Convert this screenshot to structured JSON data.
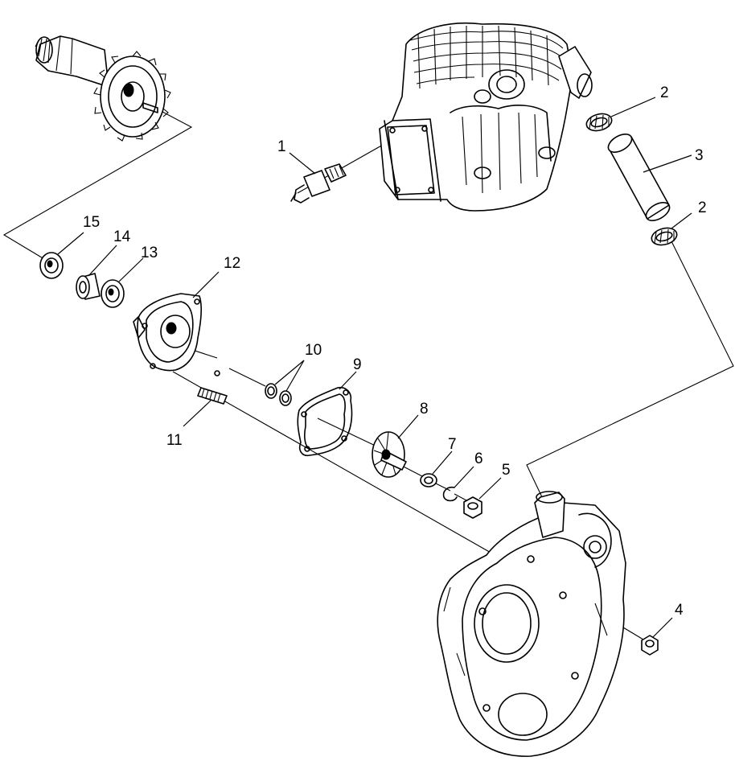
{
  "callouts": {
    "c1": "1",
    "c2a": "2",
    "c2b": "2",
    "c3": "3",
    "c4": "4",
    "c5": "5",
    "c6": "6",
    "c7": "7",
    "c8": "8",
    "c9": "9",
    "c10": "10",
    "c11": "11",
    "c12": "12",
    "c13": "13",
    "c14": "14",
    "c15": "15"
  }
}
